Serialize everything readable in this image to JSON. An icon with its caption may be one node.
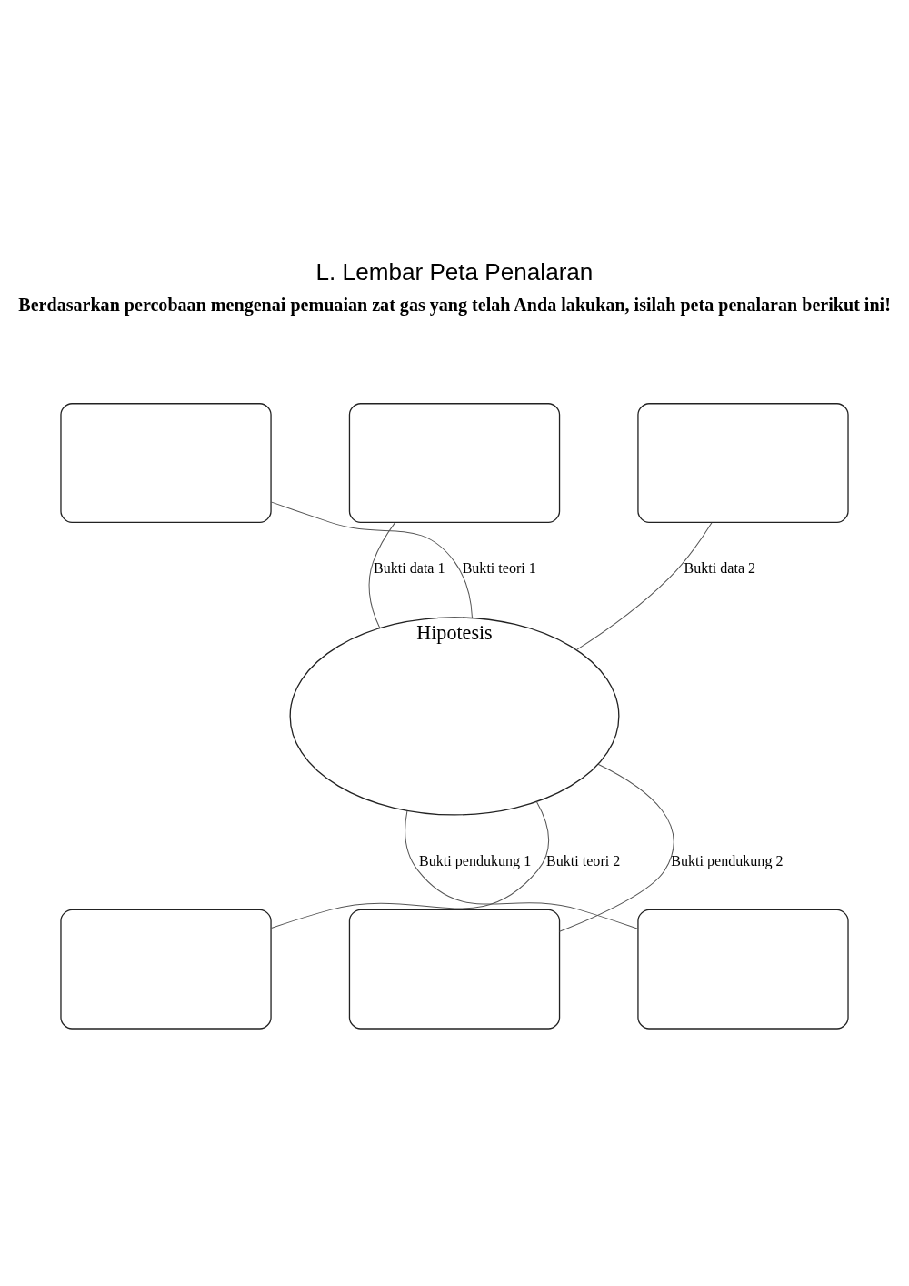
{
  "diagram": {
    "title": "L. Lembar Peta Penalaran",
    "nodes": [
      {
        "text": [],
        "shape": "box"
      },
      {
        "text": [],
        "shape": "box"
      },
      {
        "text": [],
        "shape": "box"
      },
      {
        "text": [
          "Hipotesis"
        ]
      },
      {
        "text": [],
        "shape": "box"
      },
      {
        "text": [],
        "shape": "box"
      },
      {
        "text": [],
        "shape": "box"
      }
    ],
    "edges": [
      {
        "from": 3,
        "to": 0,
        "arrow": "none",
        "label": "Bukti data 1"
      },
      {
        "from": 3,
        "to": 1,
        "arrow": "none",
        "label": "Bukti teori 1"
      },
      {
        "from": 3,
        "to": 2,
        "arrow": "none",
        "label": "Bukti data 2"
      },
      {
        "from": 3,
        "to": 4,
        "arrow": "none",
        "label": "Bukti pendukung 1"
      },
      {
        "from": 3,
        "to": 5,
        "arrow": "none",
        "label": "Bukti teori 2"
      },
      {
        "from": 3,
        "to": 6,
        "arrow": "none",
        "label": "Bukti pendukung 2"
      }
    ],
    "labels": [
      "Berdasarkan percobaan mengenai pemuaian zat gas yang telah Anda lakukan, isilah peta penalaran berikut ini!"
    ]
  }
}
